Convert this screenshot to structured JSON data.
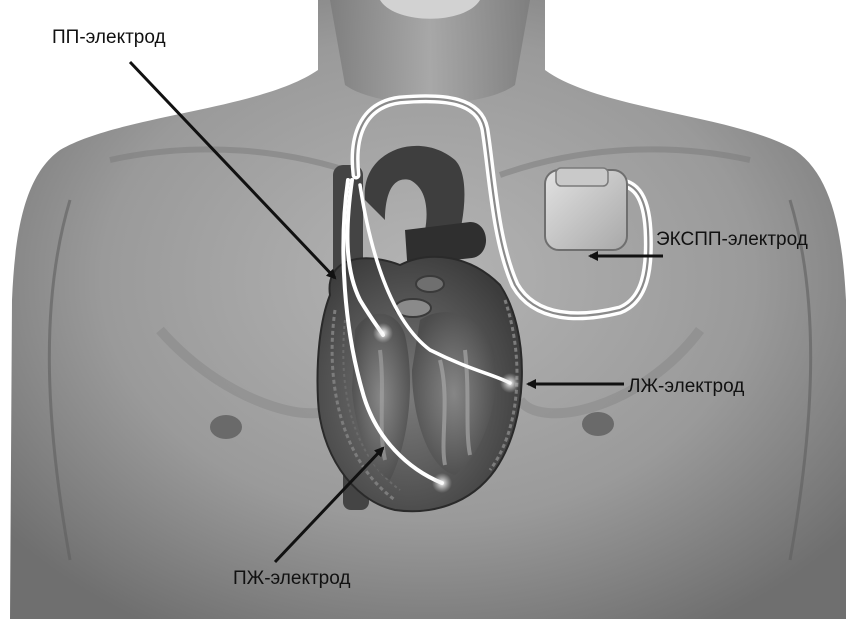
{
  "labels": {
    "pp": "ПП-электрод",
    "exspp": "ЭКСПП-электрод",
    "lzh": "ЛЖ-электрод",
    "pzh": "ПЖ-электрод"
  },
  "colors": {
    "background": "#ffffff",
    "skin": "#9a9a9a",
    "heart": "#5c5c5c",
    "lead": "#ffffff",
    "arrow": "#111111"
  }
}
